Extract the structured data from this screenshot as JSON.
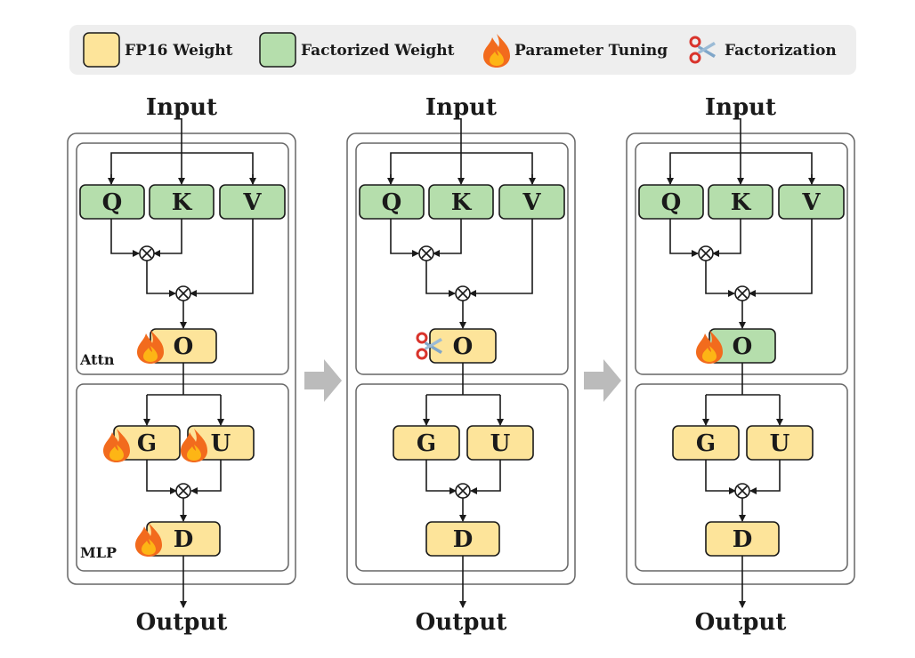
{
  "colors": {
    "fp16_fill": "#fde49a",
    "factorized_fill": "#b5deac",
    "box_stroke": "#1a1a1a",
    "panel_stroke": "#666666",
    "legend_bg": "#eeeeee",
    "arrow_gray": "#bbbbbb",
    "flame_outer": "#f26b1d",
    "flame_inner": "#fdb515",
    "scissor_handle": "#d9332b",
    "scissor_blade": "#7fa6c9"
  },
  "legend": {
    "fp16": "FP16 Weight",
    "factorized": "Factorized Weight",
    "tuning": "Parameter Tuning",
    "factorization": "Factorization"
  },
  "panels": [
    {
      "input_label": "Input",
      "output_label": "Output",
      "attn_label": "Attn",
      "mlp_label": "MLP",
      "q": "Q",
      "k": "K",
      "v": "V",
      "o": "O",
      "g": "G",
      "u": "U",
      "d": "D",
      "o_type": "fp16",
      "o_marker": "flame",
      "g_marker": "flame",
      "u_marker": "flame",
      "d_marker": "flame"
    },
    {
      "input_label": "Input",
      "output_label": "Output",
      "attn_label": "",
      "mlp_label": "",
      "q": "Q",
      "k": "K",
      "v": "V",
      "o": "O",
      "g": "G",
      "u": "U",
      "d": "D",
      "o_type": "fp16",
      "o_marker": "scissors",
      "g_marker": "",
      "u_marker": "",
      "d_marker": ""
    },
    {
      "input_label": "Input",
      "output_label": "Output",
      "attn_label": "",
      "mlp_label": "",
      "q": "Q",
      "k": "K",
      "v": "V",
      "o": "O",
      "g": "G",
      "u": "U",
      "d": "D",
      "o_type": "factorized",
      "o_marker": "flame",
      "g_marker": "",
      "u_marker": "",
      "d_marker": ""
    }
  ]
}
